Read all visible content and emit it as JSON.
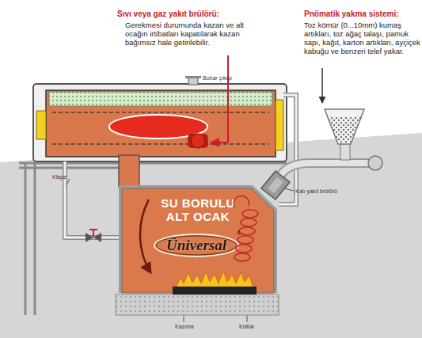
{
  "diagram": {
    "nodes": [
      {
        "text": [
          "SU BORULU ALT OCAK"
        ]
      },
      {
        "text": [
          "Üniversal"
        ],
        "in": 0
      }
    ],
    "labels": [
      "Sıvı veya gaz yakıt brülörü:",
      "Gerekmesi durumunda kazan ve alt ocağın irtibatları kapatılarak kazan bağımsız hale getirilebilir.",
      "Pnömatik yakma sistemi:",
      "Toz kömür (0...10mm) kumaş artıkları, toz ağaç talaşı, pamuk sapı, kağıt, karton artıkları, ayçiçek kabuğu ve benzeri telef yakar.",
      "Buhar çıkışı",
      "Klepe",
      "Katı yakıt brülörü",
      "Kazıma",
      "Küllük",
      "®"
    ]
  }
}
